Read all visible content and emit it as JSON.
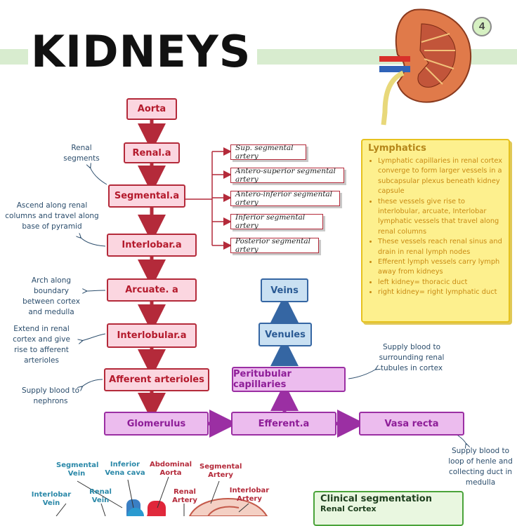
{
  "title": "KIDNEYS",
  "page_badge": "4",
  "flow": {
    "aorta": "Aorta",
    "renal_a": "Renal.a",
    "segmental_a": "Segmental.a",
    "interlobar_a": "Interlobar.a",
    "arcuate_a": "Arcuate. a",
    "interlobular_a": "Interlobular.a",
    "afferent_arterioles": "Afferent arterioles",
    "glomerulus": "Glomerulus",
    "efferent_a": "Efferent.a",
    "vasa_recta": "Vasa recta",
    "peritubular_capillaries": "Peritubular capillaries",
    "venules": "Venules",
    "veins": "Veins"
  },
  "segmental_arteries": [
    "Sup. segmental artery",
    "Antero-superior segmental artery",
    "Antero-inferior segmental artery",
    "Inferior segmental artery",
    "Posterior segmental artery"
  ],
  "notes": {
    "renal_segments": "Renal segments",
    "interlobar": "Ascend along renal columns and travel along base of pyramid",
    "arcuate": "Arch along boundary between cortex and medulla",
    "interlobular": "Extend in renal cortex and give rise to afferent arterioles",
    "afferent": "Supply blood to nephrons",
    "peritubular": "Supply blood to surrounding renal tubules in cortex",
    "vasa_recta": "Supply blood to loop of henle and collecting duct in medulla"
  },
  "lymphatics": {
    "heading": "Lymphatics",
    "items": [
      "Lymphatic capillaries in renal cortex converge to form larger vessels in a subcapsular plexus beneath kidney capsule",
      "these vessels give rise to interlobular, arcuate, Interlobar lymphatic vessels that travel along renal columns",
      "These vessels reach renal sinus and drain in renal lymph nodes",
      "Efferent lymph vessels carry lymph away from kidneys",
      "left kidney= thoracic duct",
      "right kidney= right lymphatic duct"
    ]
  },
  "clinical": {
    "heading": "Clinical segmentation",
    "sub": "Renal Cortex"
  },
  "diagram_labels": {
    "segmental_vein": "Segmental Vein",
    "inferior_vena_cava": "Inferior Vena cava",
    "abdominal_aorta": "Abdominal Aorta",
    "segmental_artery": "Segmental Artery",
    "interlobar_vein": "Interlobar Vein",
    "renal_vein": "Renal Vein",
    "renal_artery": "Renal Artery",
    "interlobar_artery": "Interlobar Artery"
  },
  "colors": {
    "artery": "#b42a3a",
    "capillary": "#9b2fa3",
    "vein": "#3566a3",
    "lymph_bg": "#fdf08e",
    "header_bar": "#d8eccf"
  }
}
